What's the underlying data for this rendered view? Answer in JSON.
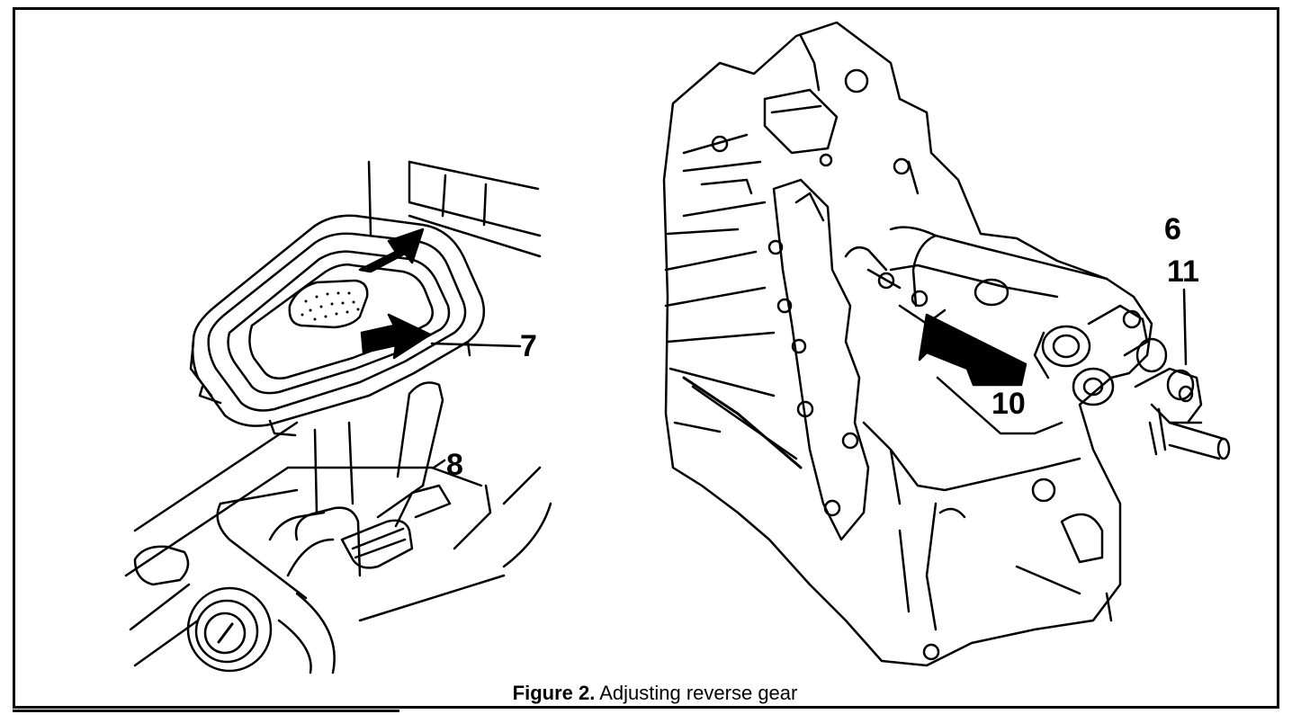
{
  "figure": {
    "number_label": "Figure 2.",
    "title": "Adjusting reverse gear"
  },
  "callouts": {
    "c6": "6",
    "c11": "11",
    "c7": "7",
    "c8": "8",
    "c10": "10"
  }
}
